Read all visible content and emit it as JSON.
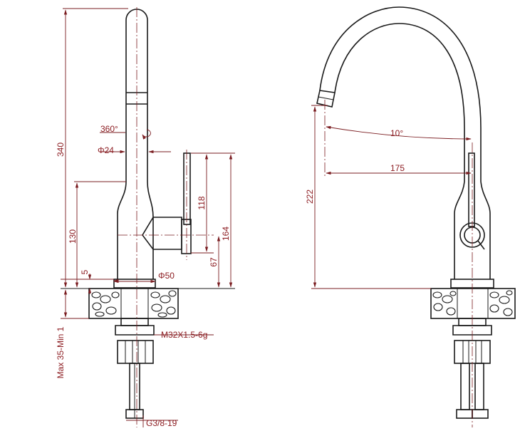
{
  "dimensions": {
    "rotation": "360°",
    "pipe_diameter": "Φ24",
    "total_height": "340",
    "lever_height": "118",
    "body_height": "130",
    "handle_height": "164",
    "handle_center": "67",
    "base_step": "5",
    "base_diameter": "Φ50",
    "thread": "M32X1.5-6g",
    "counter_thickness": "Max 35-Min 1",
    "hose_thread": "G3/8-19",
    "spout_angle": "10°",
    "spout_reach": "175",
    "spout_height": "222"
  },
  "colors": {
    "outline": "#1a1a1a",
    "dimension": "#8b1a1f"
  }
}
